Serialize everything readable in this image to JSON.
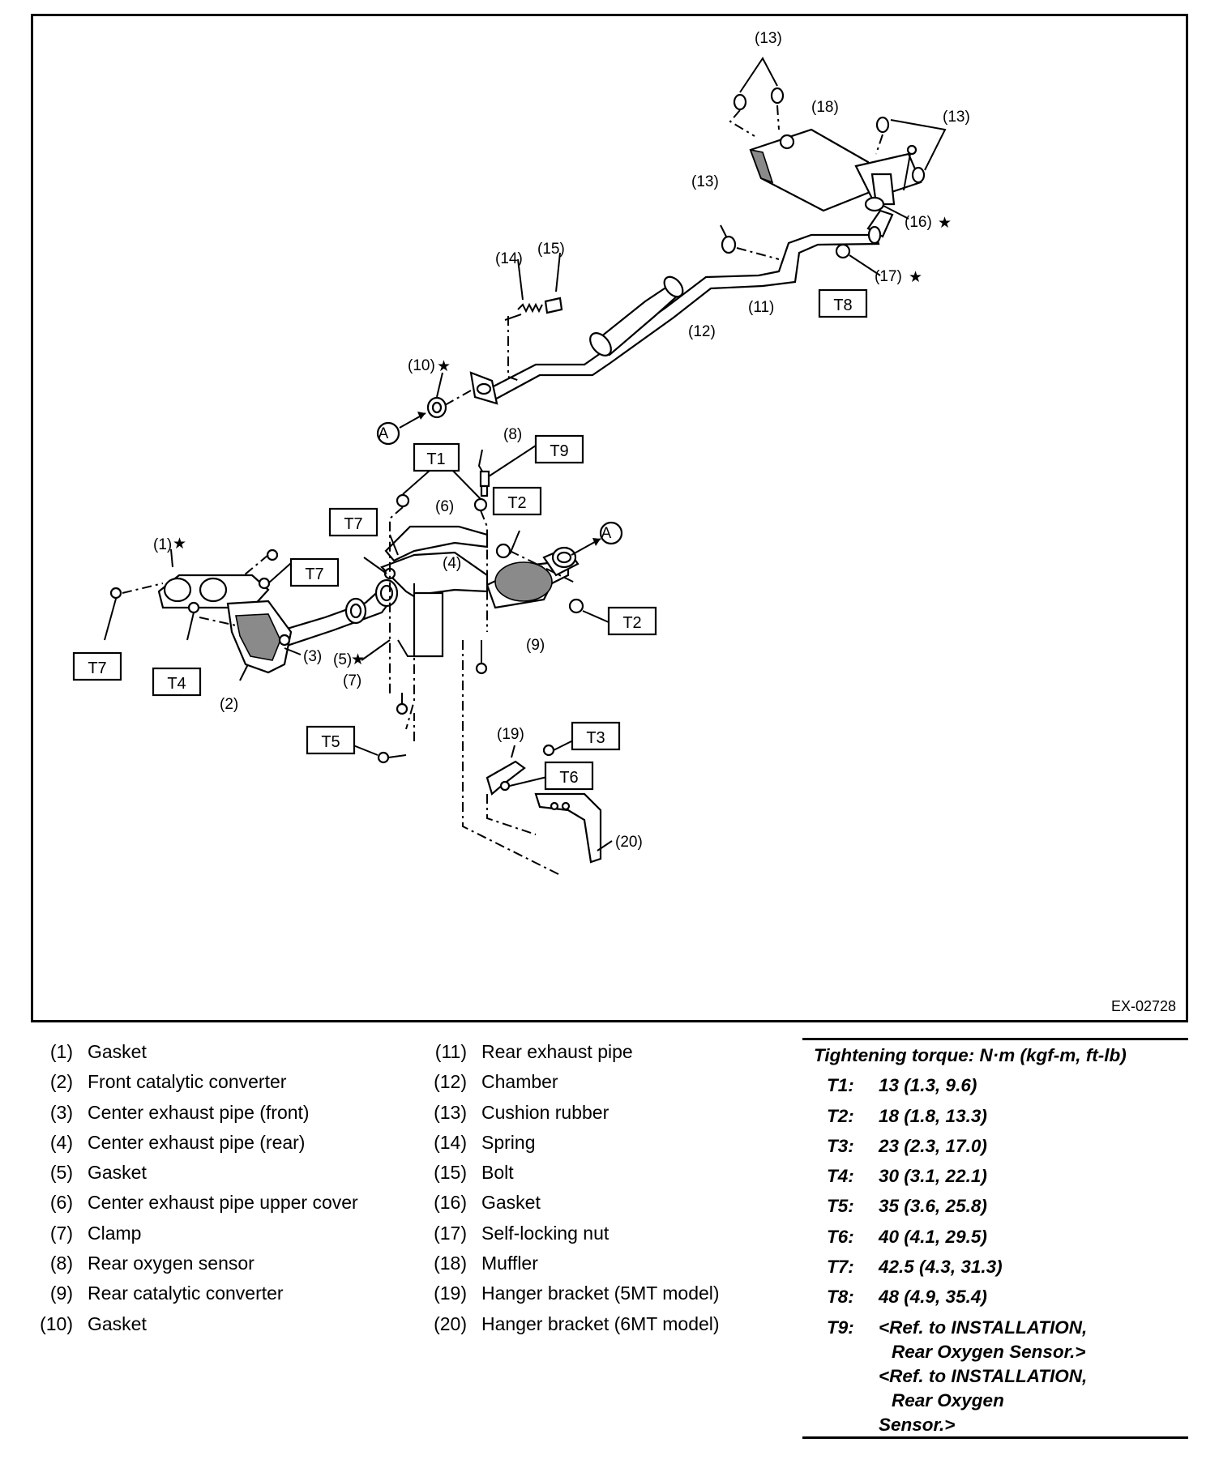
{
  "diagram": {
    "code": "EX-02728",
    "callouts": {
      "p1": "(1)",
      "p2": "(2)",
      "p3": "(3)",
      "p4": "(4)",
      "p5": "(5)",
      "p6": "(6)",
      "p7": "(7)",
      "p8": "(8)",
      "p9": "(9)",
      "p10": "(10)",
      "p11": "(11)",
      "p12": "(12)",
      "p13": "(13)",
      "p14": "(14)",
      "p15": "(15)",
      "p16": "(16)",
      "p17": "(17)",
      "p18": "(18)",
      "p19": "(19)",
      "p20": "(20)",
      "star": "★",
      "ref_a": "A"
    },
    "torque_boxes": {
      "t1": "T1",
      "t2": "T2",
      "t3": "T3",
      "t4": "T4",
      "t5": "T5",
      "t6": "T6",
      "t7": "T7",
      "t8": "T8",
      "t9": "T9"
    }
  },
  "legend": {
    "left": [
      {
        "num": "(1)",
        "name": "Gasket"
      },
      {
        "num": "(2)",
        "name": "Front catalytic converter"
      },
      {
        "num": "(3)",
        "name": "Center exhaust pipe (front)"
      },
      {
        "num": "(4)",
        "name": "Center exhaust pipe (rear)"
      },
      {
        "num": "(5)",
        "name": "Gasket"
      },
      {
        "num": "(6)",
        "name": "Center exhaust pipe upper cover"
      },
      {
        "num": "(7)",
        "name": "Clamp"
      },
      {
        "num": "(8)",
        "name": "Rear oxygen sensor"
      },
      {
        "num": "(9)",
        "name": "Rear catalytic converter"
      },
      {
        "num": "(10)",
        "name": "Gasket"
      }
    ],
    "middle": [
      {
        "num": "(11)",
        "name": "Rear exhaust pipe"
      },
      {
        "num": "(12)",
        "name": "Chamber"
      },
      {
        "num": "(13)",
        "name": "Cushion rubber"
      },
      {
        "num": "(14)",
        "name": "Spring"
      },
      {
        "num": "(15)",
        "name": "Bolt"
      },
      {
        "num": "(16)",
        "name": "Gasket"
      },
      {
        "num": "(17)",
        "name": "Self-locking nut"
      },
      {
        "num": "(18)",
        "name": "Muffler"
      },
      {
        "num": "(19)",
        "name": "Hanger bracket (5MT model)"
      },
      {
        "num": "(20)",
        "name": "Hanger bracket (6MT model)"
      }
    ]
  },
  "torque": {
    "title": "Tightening torque: N·m (kgf-m, ft-lb)",
    "rows": [
      {
        "key": "T1:",
        "value": "13 (1.3, 9.6)"
      },
      {
        "key": "T2:",
        "value": "18 (1.8, 13.3)"
      },
      {
        "key": "T3:",
        "value": "23 (2.3, 17.0)"
      },
      {
        "key": "T4:",
        "value": "30 (3.1, 22.1)"
      },
      {
        "key": "T5:",
        "value": "35 (3.6, 25.8)"
      },
      {
        "key": "T6:",
        "value": "40 (4.1, 29.5)"
      },
      {
        "key": "T7:",
        "value": "42.5 (4.3, 31.3)"
      },
      {
        "key": "T8:",
        "value": "48 (4.9, 35.4)"
      }
    ],
    "t9": {
      "key": "T9:",
      "lines": [
        "<Ref. to INSTALLATION,",
        "  Rear Oxygen Sensor.>",
        "<Ref. to INSTALLATION,",
        "  Rear Oxygen",
        "Sensor.>"
      ]
    }
  }
}
